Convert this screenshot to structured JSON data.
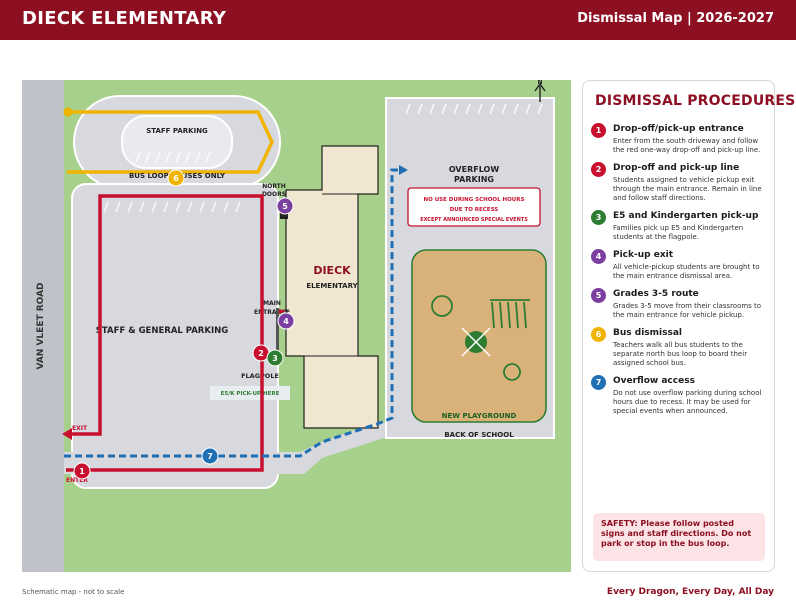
{
  "header": {
    "school": "DIECK ELEMENTARY",
    "subtitle": "Dismissal Map | 2026-2027"
  },
  "map": {
    "road": "VAN VLEET ROAD",
    "staff_parking": "STAFF PARKING",
    "bus_loop": "BUS LOOP - BUSES ONLY",
    "general_parking": "STAFF & GENERAL PARKING",
    "overflow_parking": [
      "OVERFLOW",
      "PARKING"
    ],
    "no_use_notice": [
      "NO USE DURING SCHOOL HOURS",
      "DUE TO RECESS",
      "EXCEPT ANNOUNCED SPECIAL EVENTS"
    ],
    "school_name": "DIECK",
    "school_sub": "ELEMENTARY",
    "north_doors": [
      "NORTH",
      "DOORS"
    ],
    "main_entrance": [
      "MAIN",
      "ENTRANCE"
    ],
    "flagpole": "FLAGPOLE",
    "e5k_pickup": "E5/K PICK-UP HERE",
    "playground": "NEW PLAYGROUND",
    "back_of_school": "BACK OF SCHOOL",
    "exit": "EXIT",
    "enter": "ENTER",
    "north": "N",
    "markers": [
      "1",
      "2",
      "3",
      "4",
      "5",
      "6",
      "7"
    ]
  },
  "panel": {
    "title": "DISMISSAL PROCEDURES",
    "steps": [
      {
        "num": "1",
        "color": "#c8102e",
        "title": "Drop-off/pick-up entrance",
        "desc": "Enter from the south driveway and follow the red one-way drop-off and pick-up line."
      },
      {
        "num": "2",
        "color": "#c8102e",
        "title": "Drop-off and pick-up line",
        "desc": "Students assigned to vehicle pickup exit through the main entrance. Remain in line and follow staff directions."
      },
      {
        "num": "3",
        "color": "#2e7d32",
        "title": "E5 and Kindergarten pick-up",
        "desc": "Families pick up E5 and Kindergarten students at the flagpole."
      },
      {
        "num": "4",
        "color": "#7b3fa0",
        "title": "Pick-up exit",
        "desc": "All vehicle-pickup students are brought to the main entrance dismissal area."
      },
      {
        "num": "5",
        "color": "#7b3fa0",
        "title": "Grades 3-5 route",
        "desc": "Grades 3-5 move from their classrooms to the main entrance for vehicle pickup."
      },
      {
        "num": "6",
        "color": "#f0b400",
        "title": "Bus dismissal",
        "desc": "Teachers walk all bus students to the separate north bus loop to board their assigned school bus."
      },
      {
        "num": "7",
        "color": "#1f6fb5",
        "title": "Overflow access",
        "desc": "Do not use overflow parking during school hours due to recess. It may be used for special events when announced."
      }
    ],
    "safety": "SAFETY: Please follow posted signs and staff directions. Do not park or stop in the bus loop."
  },
  "footer": {
    "note": "Schematic map - not to scale",
    "motto": "Every Dragon, Every Day, All Day"
  },
  "colors": {
    "brand": "#8c1022",
    "red": "#c8102e",
    "green": "#2e7d32",
    "purple": "#7b3fa0",
    "yellow": "#f0b400",
    "blue": "#1f6fb5",
    "grass": "#a8d08d",
    "pavement": "#d7d9df",
    "road": "#bfc2c8",
    "building": "#f1e6cf",
    "playground": "#d9b27a"
  }
}
